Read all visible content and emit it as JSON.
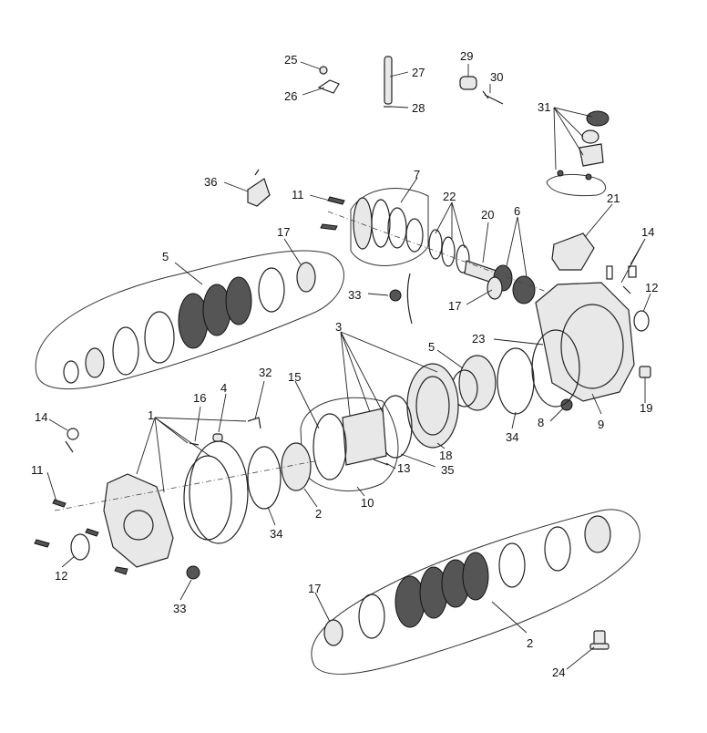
{
  "callouts": [
    {
      "label": "25"
    },
    {
      "label": "26"
    },
    {
      "label": "27"
    },
    {
      "label": "28"
    },
    {
      "label": "29"
    },
    {
      "label": "30"
    },
    {
      "label": "31"
    },
    {
      "label": "36"
    },
    {
      "label": "11"
    },
    {
      "label": "7"
    },
    {
      "label": "22"
    },
    {
      "label": "20"
    },
    {
      "label": "6"
    },
    {
      "label": "21"
    },
    {
      "label": "5"
    },
    {
      "label": "17"
    },
    {
      "label": "14"
    },
    {
      "label": "12"
    },
    {
      "label": "33"
    },
    {
      "label": "17"
    },
    {
      "label": "23"
    },
    {
      "label": "3"
    },
    {
      "label": "5"
    },
    {
      "label": "32"
    },
    {
      "label": "4"
    },
    {
      "label": "16"
    },
    {
      "label": "15"
    },
    {
      "label": "1"
    },
    {
      "label": "14"
    },
    {
      "label": "18"
    },
    {
      "label": "34"
    },
    {
      "label": "8"
    },
    {
      "label": "9"
    },
    {
      "label": "19"
    },
    {
      "label": "11"
    },
    {
      "label": "13"
    },
    {
      "label": "35"
    },
    {
      "label": "2"
    },
    {
      "label": "10"
    },
    {
      "label": "34"
    },
    {
      "label": "12"
    },
    {
      "label": "33"
    },
    {
      "label": "17"
    },
    {
      "label": "2"
    },
    {
      "label": "24"
    }
  ]
}
